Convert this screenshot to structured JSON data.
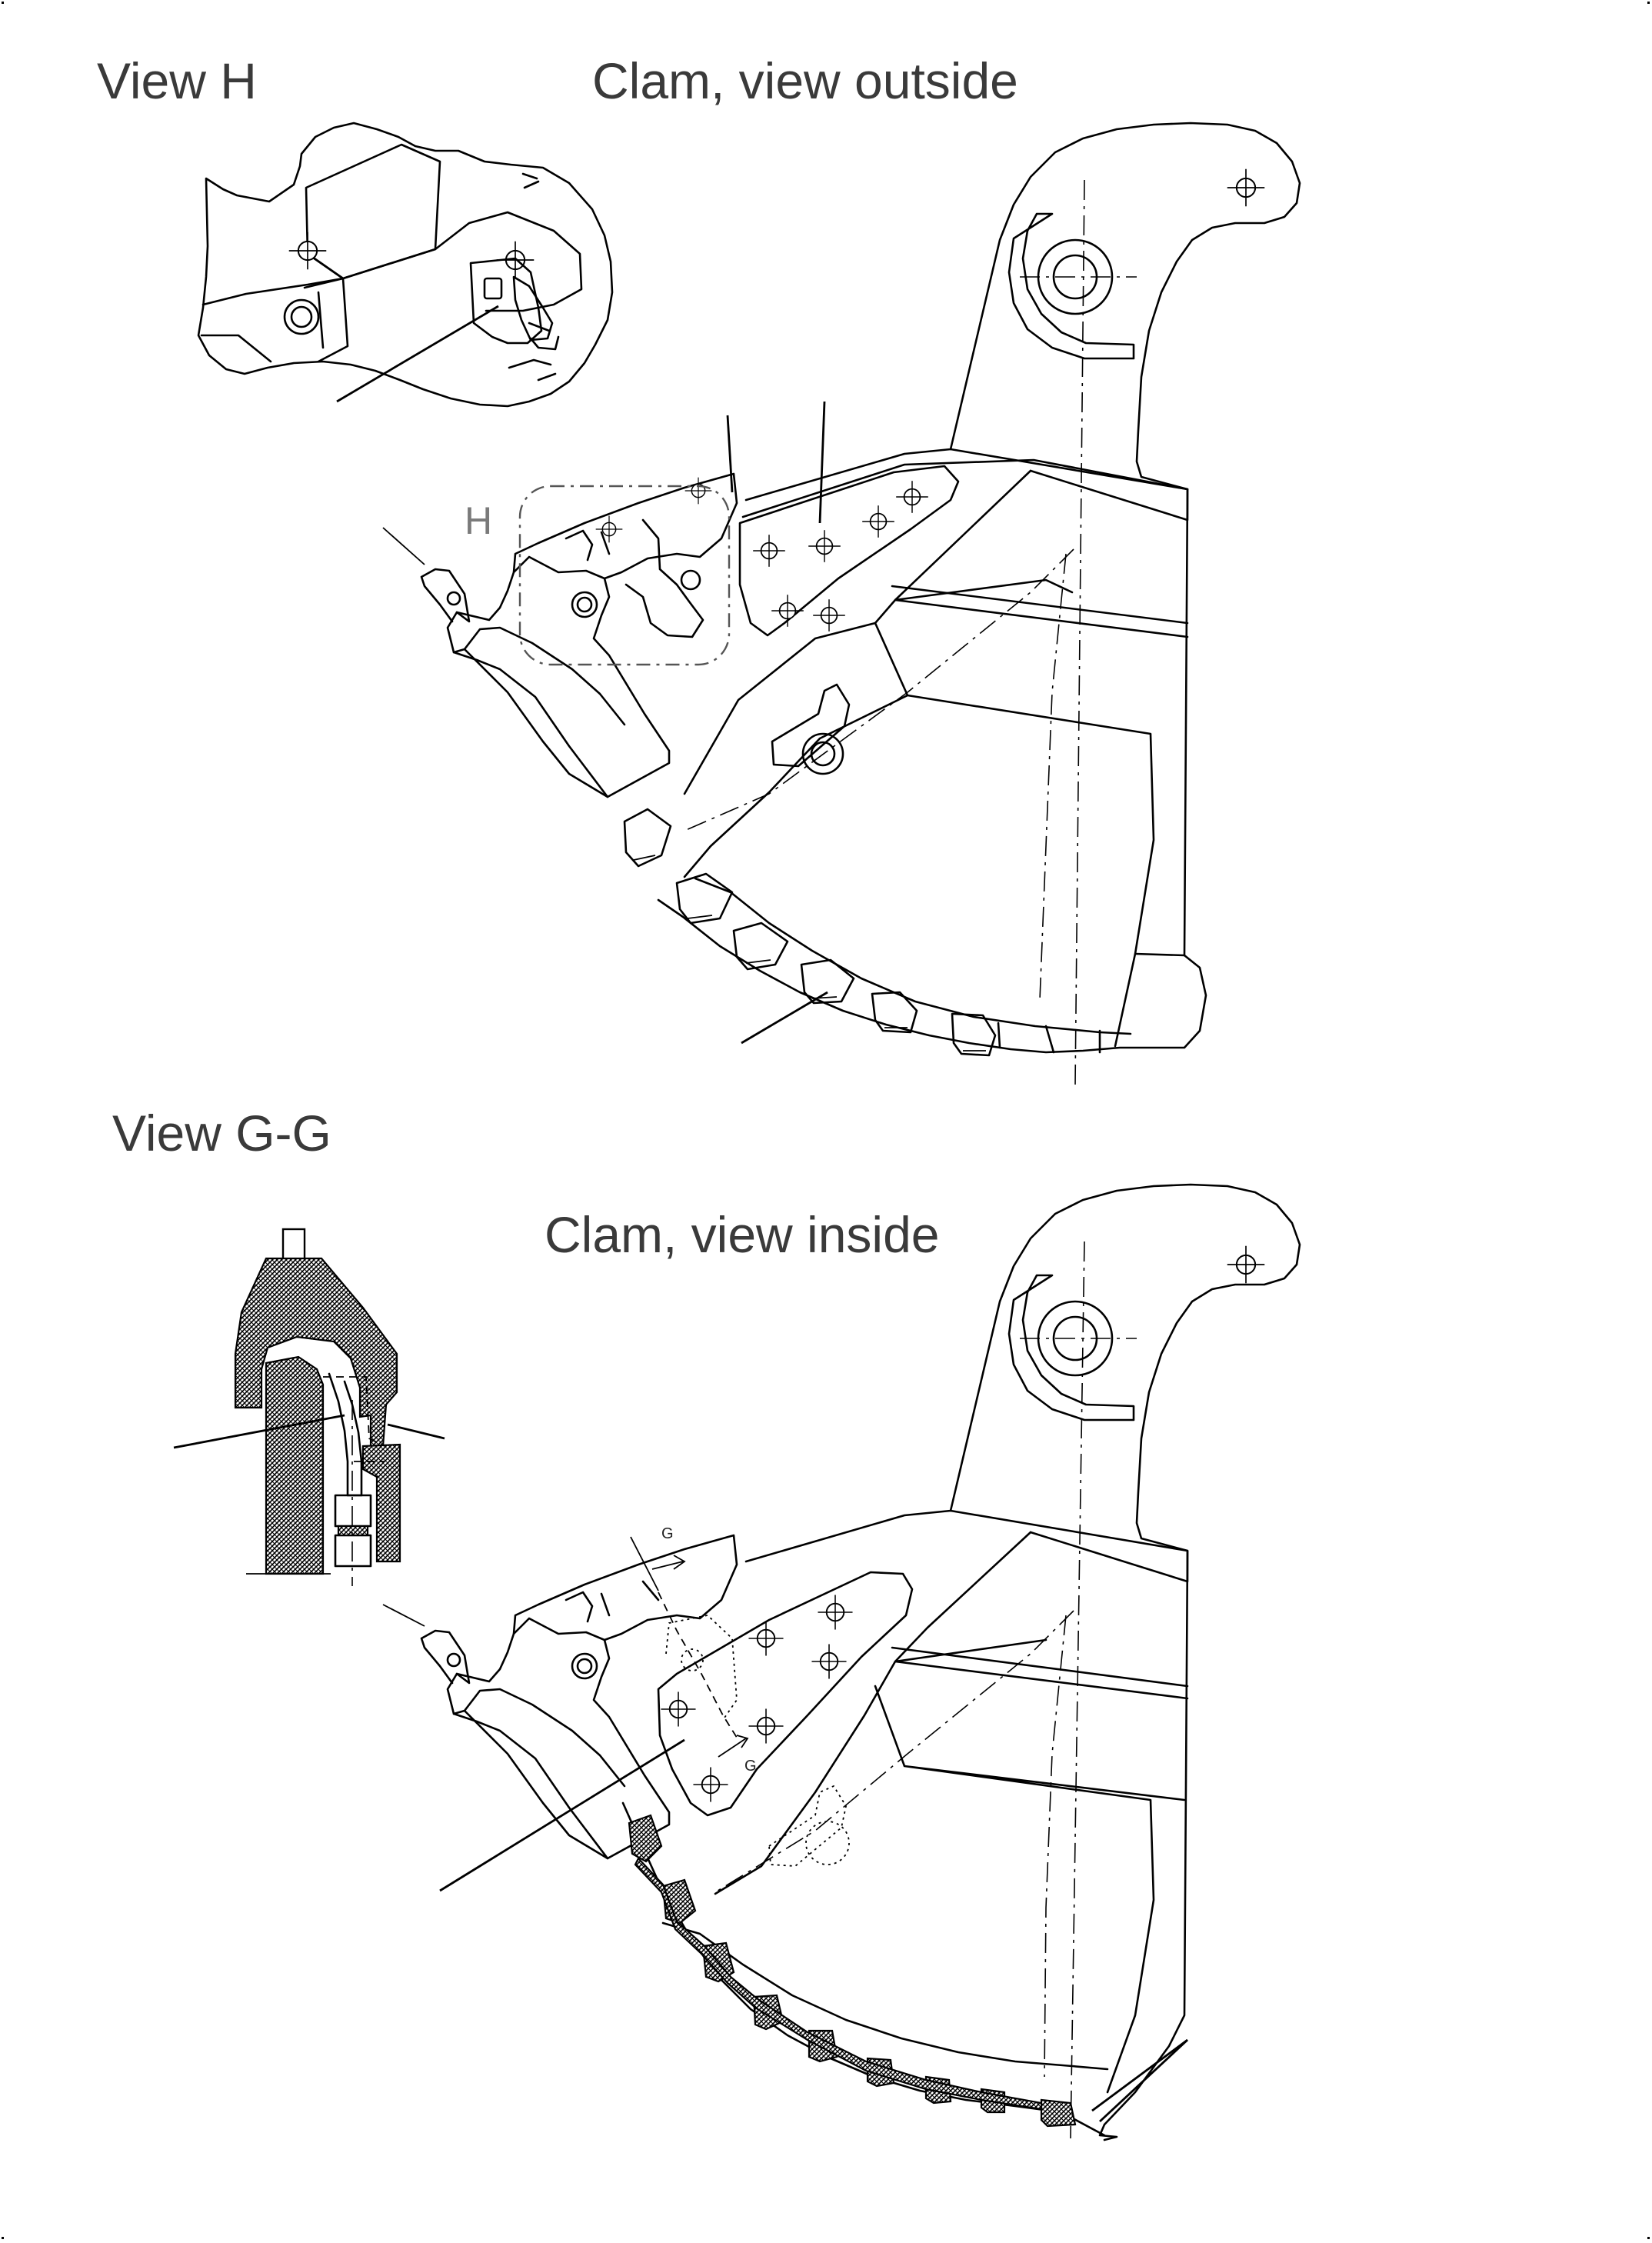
{
  "labels": {
    "view_h": "View H",
    "clam_outside": "Clam, view outside",
    "view_gg": "View G-G",
    "clam_inside": "Clam, view inside"
  },
  "markers": {
    "detail_h": "H",
    "section_g_upper": "G",
    "section_g_lower": "G"
  },
  "colors": {
    "line": "#000000",
    "label_text": "#3a3a3a",
    "detail_marker": "#7a7a7a"
  }
}
